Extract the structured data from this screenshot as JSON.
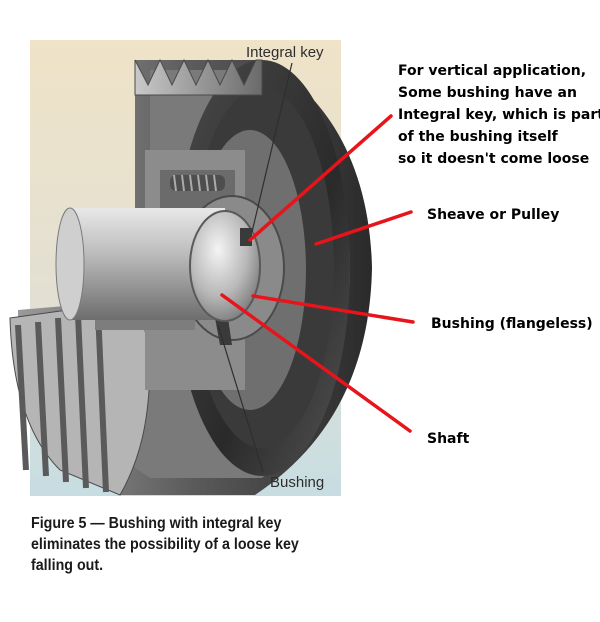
{
  "photo_labels": {
    "integral_key": "Integral key",
    "bushing": "Bushing"
  },
  "annotations": {
    "vertical_application": [
      "For vertical application,",
      "Some bushing have an",
      "Integral key, which is part",
      "of the bushing itself",
      "so it doesn't come loose"
    ],
    "sheave": "Sheave or Pulley",
    "bushing": "Bushing (flangeless)",
    "shaft": "Shaft"
  },
  "caption": [
    "Figure 5 — Bushing with integral key",
    "eliminates the possibility of a loose key",
    "falling out."
  ],
  "colors": {
    "pointer_line": "#e8141b",
    "photo_bg_top": "#efe3c8",
    "photo_bg_bottom": "#c7dde2"
  }
}
